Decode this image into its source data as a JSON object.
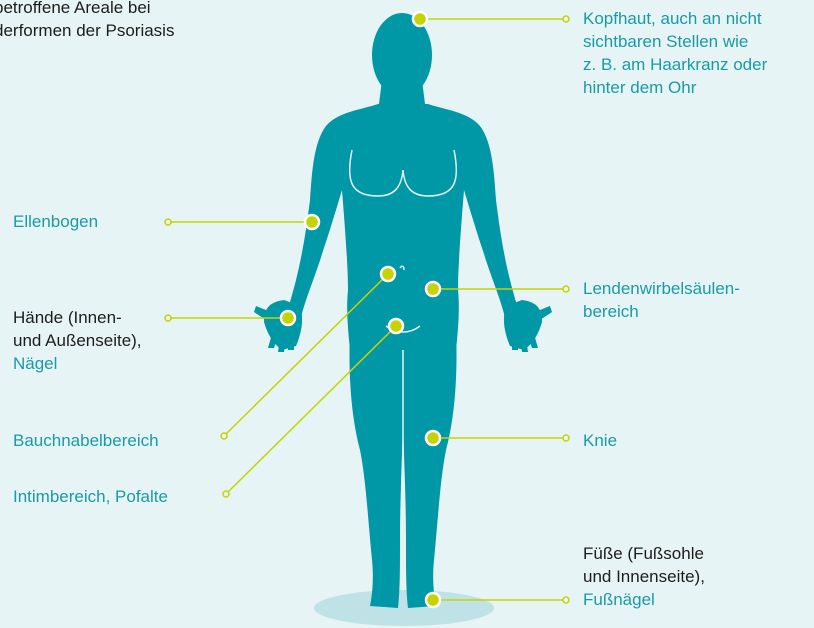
{
  "title": {
    "line1": "betroffene Areale bei",
    "line2": "derformen der Psoriasis"
  },
  "labels": {
    "kopfhaut": {
      "line1": "Kopfhaut, auch an nicht",
      "line2": "sichtbaren Stellen wie",
      "line3": "z. B. am Haarkranz oder",
      "line4": "hinter dem Ohr"
    },
    "ellenbogen": "Ellenbogen",
    "haende": {
      "line1": "Hände (Innen-",
      "line2": "und Außenseite),",
      "line3": "Nägel"
    },
    "lenden": {
      "line1": "Lendenwirbelsäulen-",
      "line2": "bereich"
    },
    "bauchnabel": "Bauchnabelbereich",
    "knie": "Knie",
    "intim": "Intimbereich, Pofalte",
    "fuesse": {
      "line1": "Füße (Fußsohle",
      "line2": "und Innenseite),",
      "line3": "Fußnägel"
    }
  },
  "colors": {
    "background": "#e6f4f6",
    "body": "#0097a7",
    "shadow": "#bfe2e7",
    "marker": "#c6d300",
    "leader_line": "#c6d300",
    "label_accent": "#1a9aa6",
    "label_dark": "#1d1d1b"
  }
}
